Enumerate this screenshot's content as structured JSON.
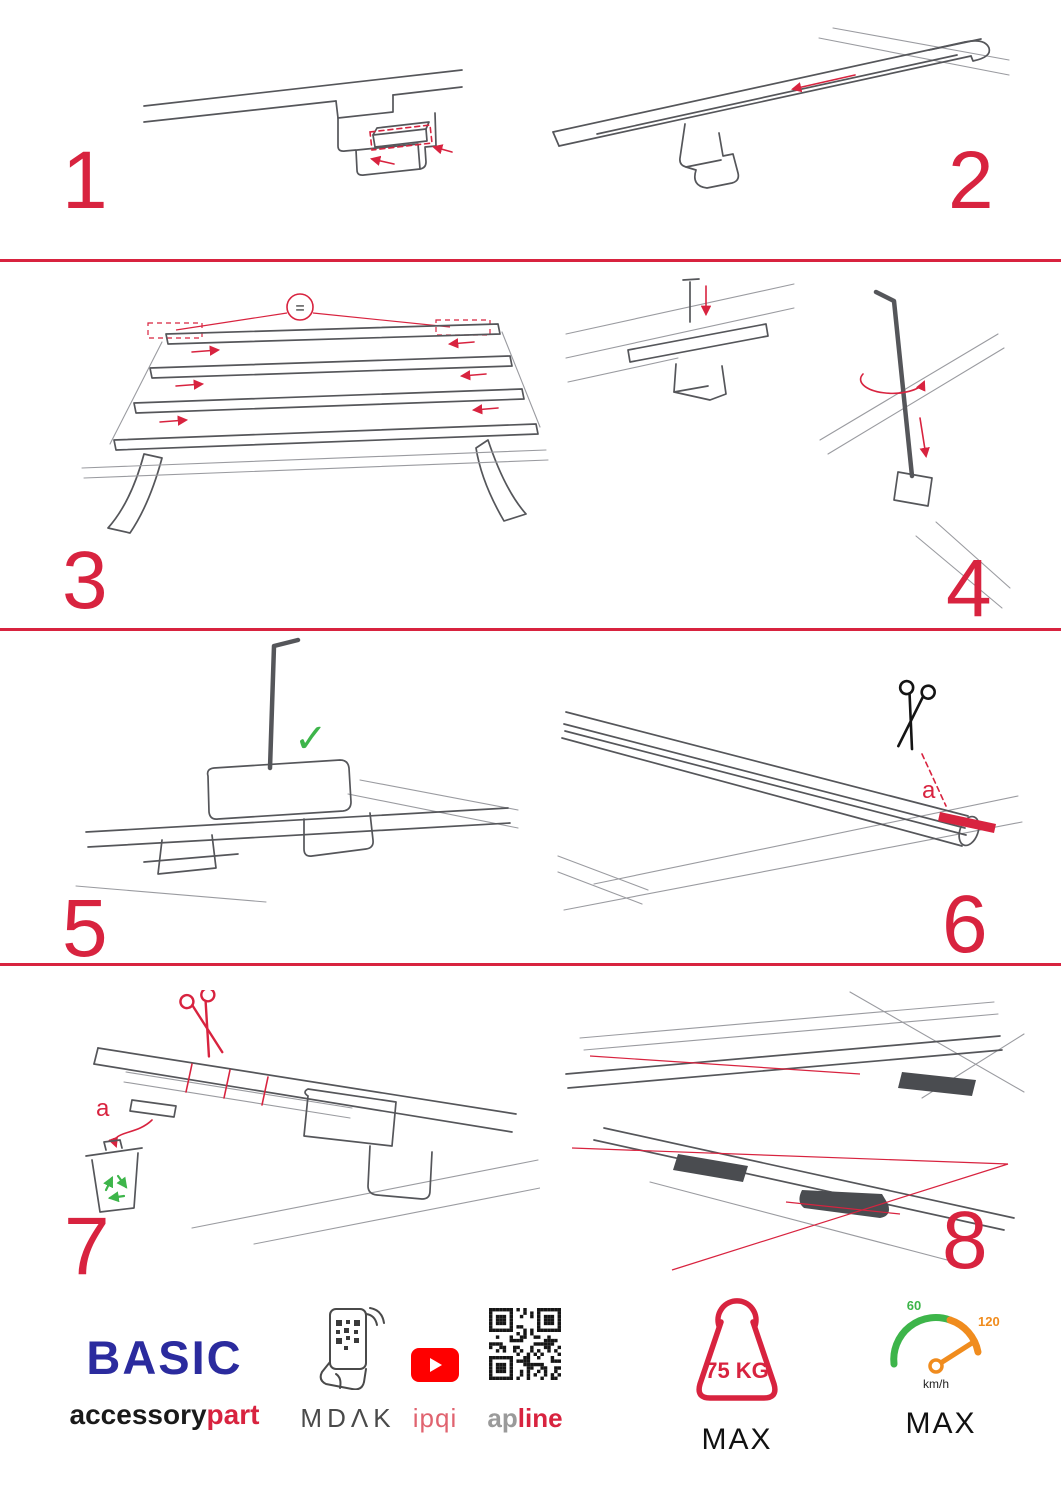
{
  "steps": [
    {
      "number": "1"
    },
    {
      "number": "2"
    },
    {
      "number": "3"
    },
    {
      "number": "4"
    },
    {
      "number": "5"
    },
    {
      "number": "6"
    },
    {
      "number": "7"
    },
    {
      "number": "8"
    }
  ],
  "labels": {
    "equal_spacing": "=",
    "step6_part": "a",
    "step7_part": "a"
  },
  "icons": {
    "checkmark": "✓",
    "scissors": "✂",
    "recycle": "♻"
  },
  "footer": {
    "brand": {
      "title": "BASIC",
      "sub_primary": "accessory",
      "sub_accent": "part"
    },
    "mdak_label": "MDΛK",
    "ipqi_label": "ipqi",
    "apline": {
      "gray": "ap",
      "accent": "line"
    },
    "weight": {
      "value": "75 KG",
      "max_label": "MAX"
    },
    "speed": {
      "tick_low": "60",
      "tick_high": "120",
      "unit": "km/h",
      "max_label": "MAX"
    }
  },
  "colors": {
    "accent_red": "#d8233f",
    "brand_blue": "#2b2b9e",
    "green": "#3db54a",
    "orange": "#f08c1e",
    "youtube_red": "#ff0000"
  }
}
